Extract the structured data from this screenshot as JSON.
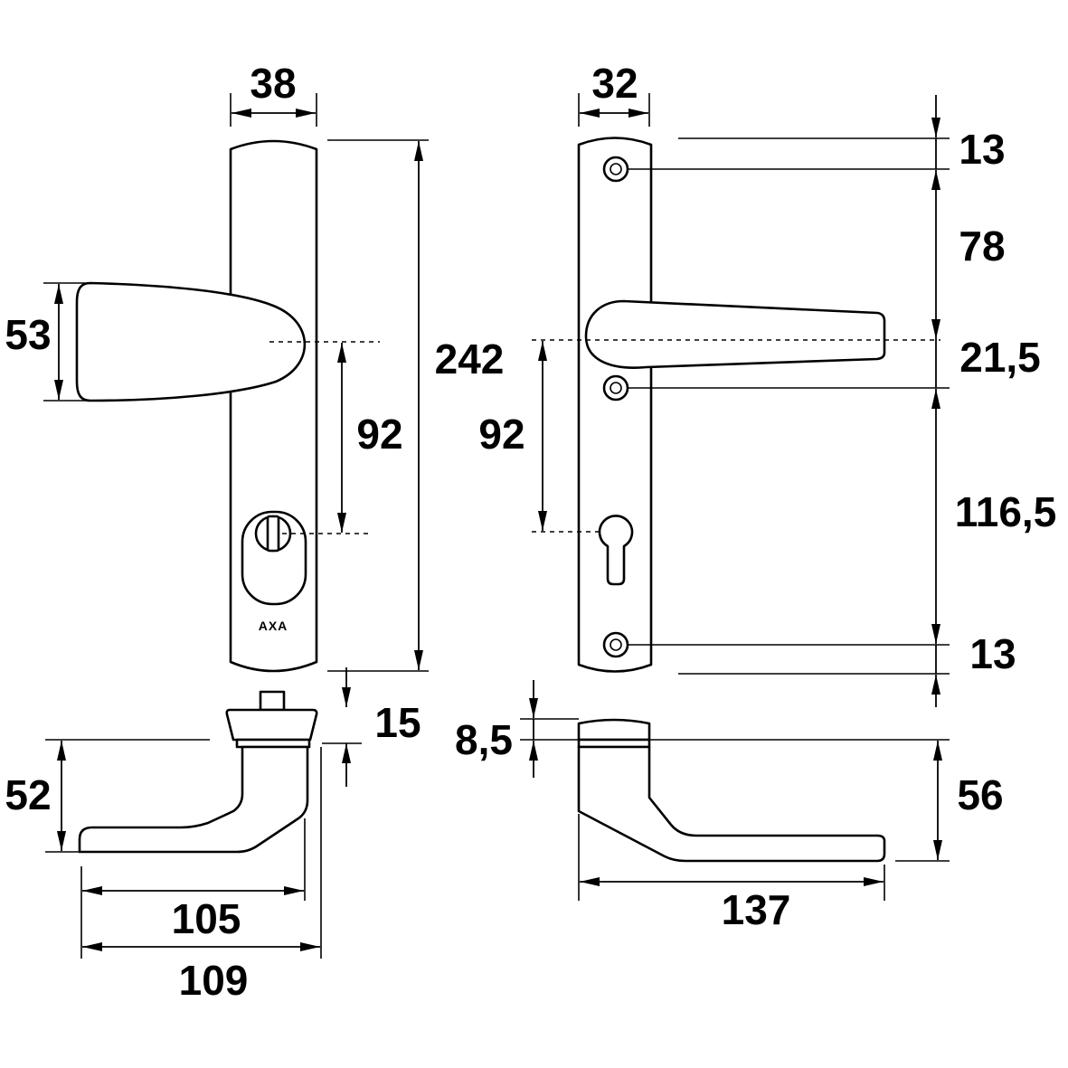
{
  "brand": "AXA",
  "left_view": {
    "plate_width": "38",
    "plate_height": "242",
    "knob_height": "53",
    "spindle_to_cylinder": "92",
    "rosette_height": "15",
    "knob_projection": "52",
    "knob_depth": "105",
    "total_depth": "109"
  },
  "right_view": {
    "plate_width": "32",
    "top_to_screw": "13",
    "screw_to_spindle": "78",
    "spindle_to_screw": "21,5",
    "screw_to_screw": "116,5",
    "screw_to_bottom": "13",
    "spindle_to_cylinder": "92",
    "rosette_height": "8,5",
    "lever_projection": "56",
    "lever_length": "137"
  },
  "colors": {
    "line": "#000000",
    "background": "#ffffff"
  }
}
